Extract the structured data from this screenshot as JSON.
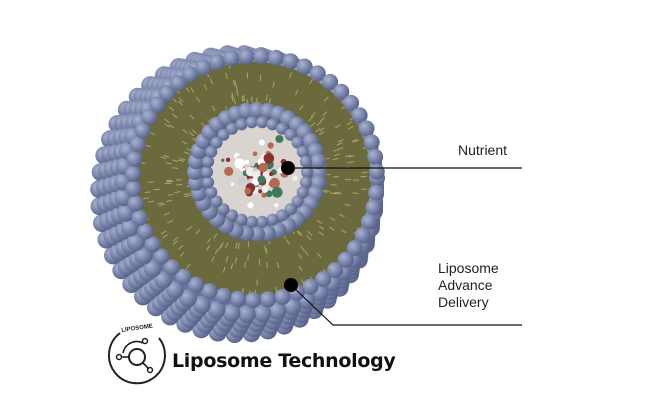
{
  "labels": {
    "nutrient": "Nutrient",
    "delivery": [
      "Liposome",
      "Advance",
      "Delivery"
    ]
  },
  "title": "Liposome Technology",
  "logo": {
    "text": "LIPOSOME",
    "icon": "molecule-magnifier-icon"
  },
  "colors": {
    "head": "#7d88ad",
    "tail": "#6b6a3c",
    "line": "#111111"
  }
}
